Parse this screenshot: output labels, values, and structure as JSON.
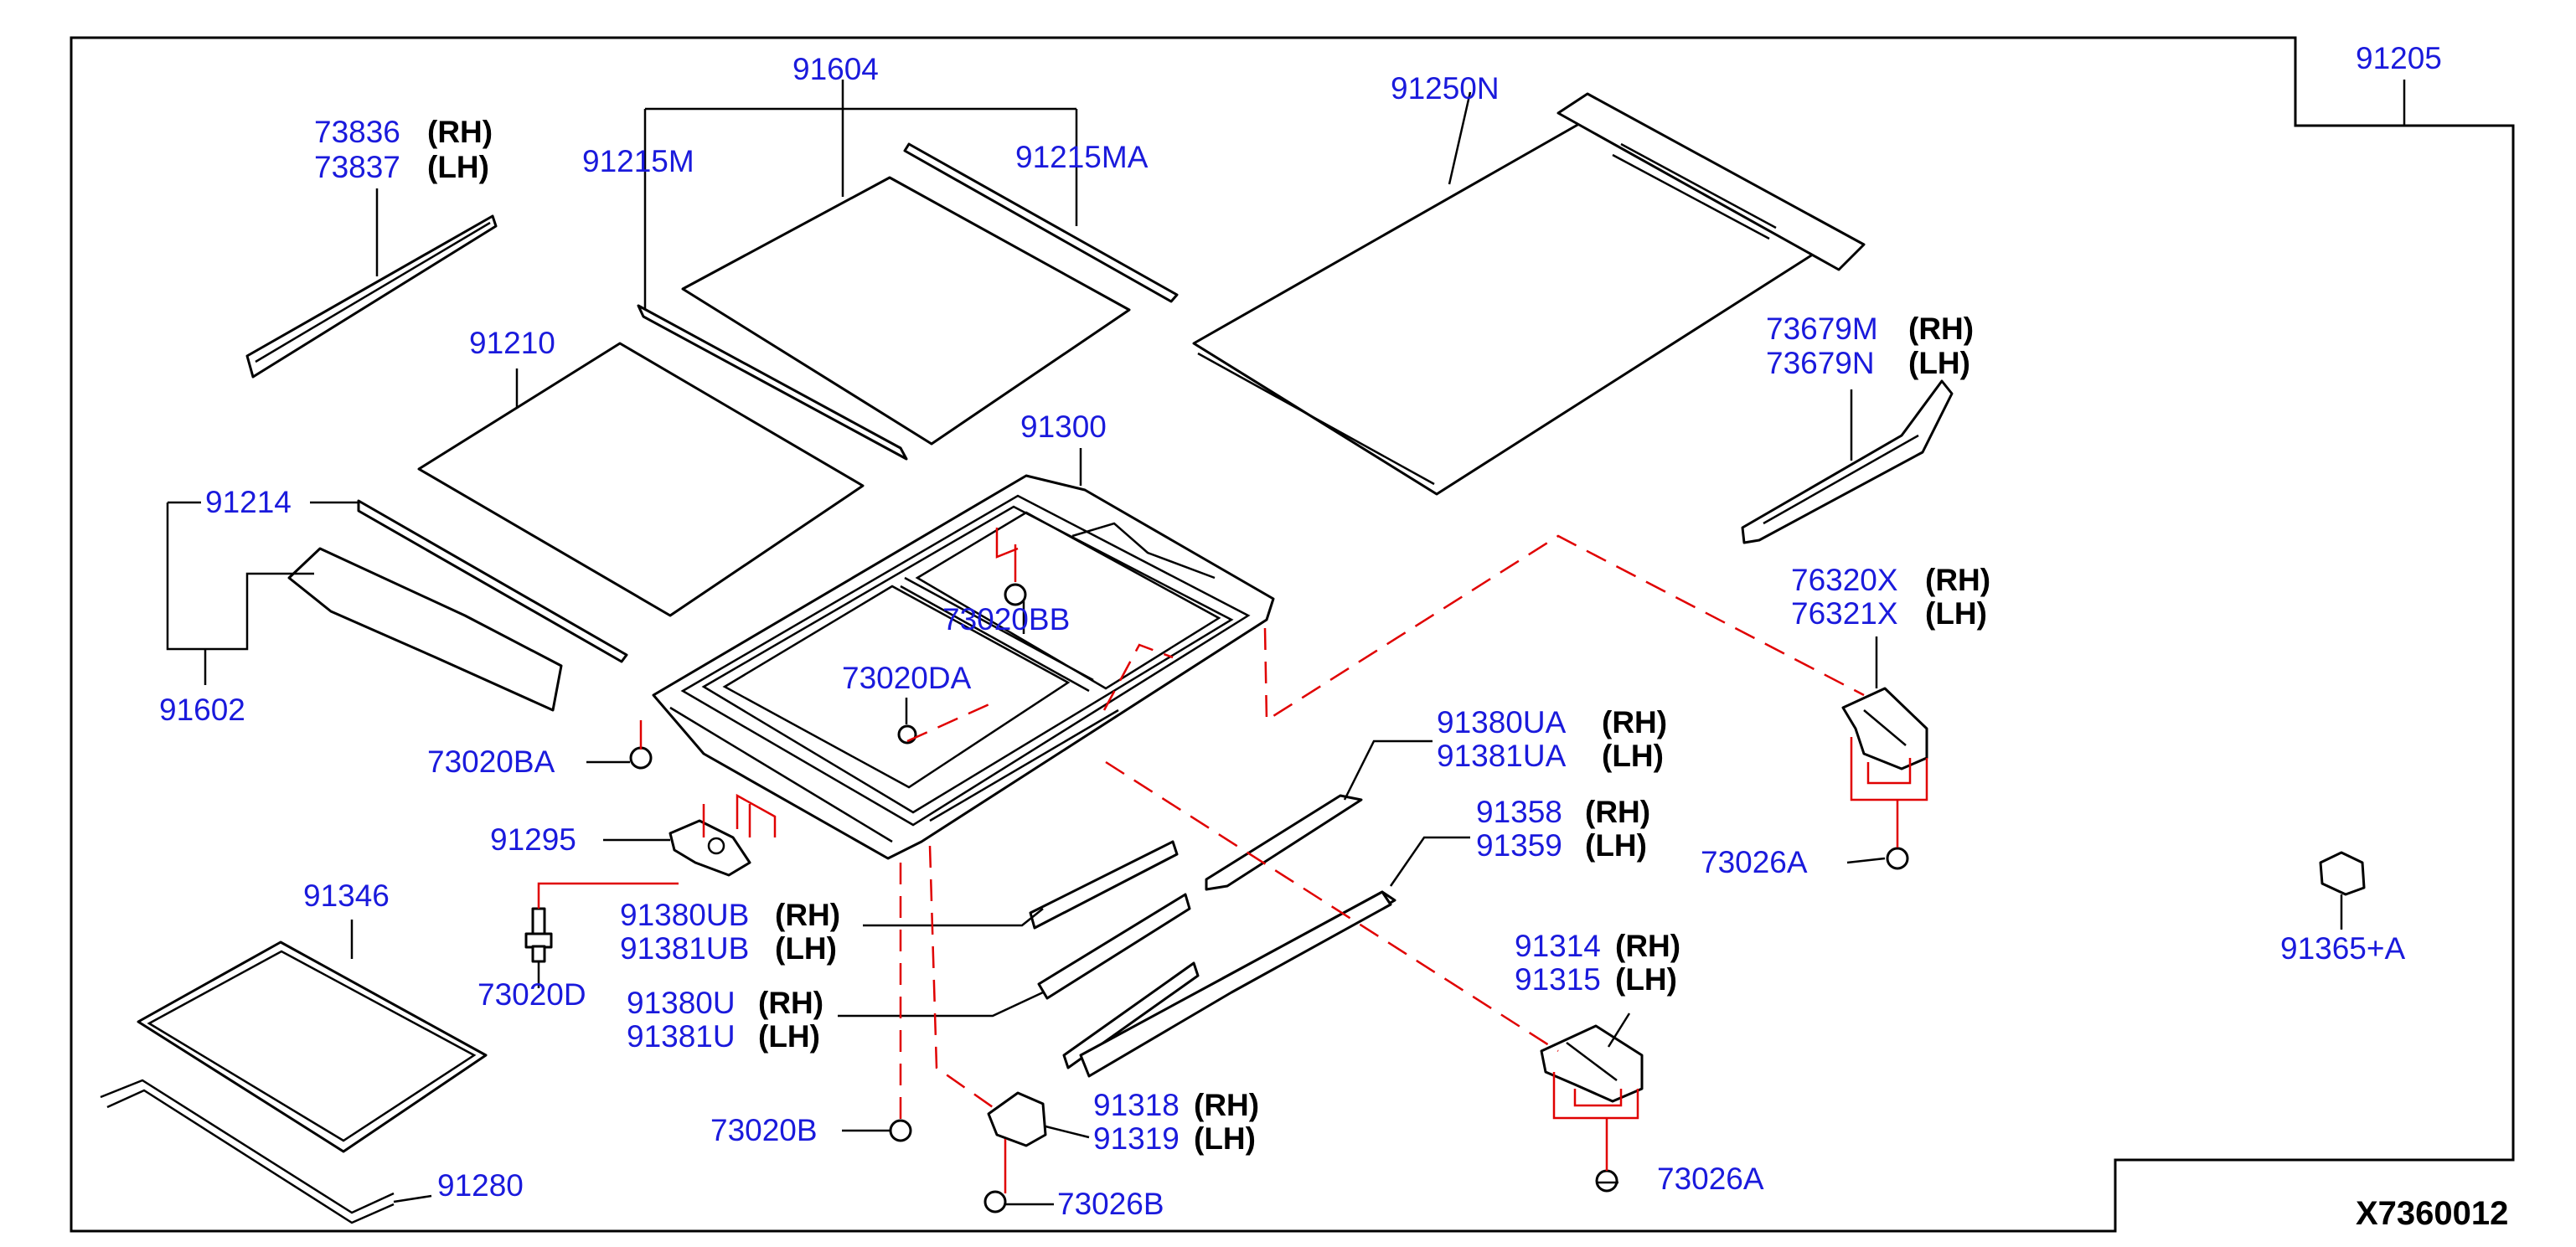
{
  "diagram_id": "X7360012",
  "colors": {
    "part_number": "#1a1adc",
    "side_label": "#000000",
    "guide_line": "#e00000"
  },
  "labels": {
    "p73836": "73836",
    "p73837": "73837",
    "p91604": "91604",
    "p91215M": "91215M",
    "p91215MA": "91215MA",
    "p91250N": "91250N",
    "p91205": "91205",
    "p73679M": "73679M",
    "p73679N": "73679N",
    "p91210": "91210",
    "p91300": "91300",
    "p91214": "91214",
    "p91602": "91602",
    "p73020BB": "73020BB",
    "p73020DA": "73020DA",
    "p76320X": "76320X",
    "p76321X": "76321X",
    "p73020BA": "73020BA",
    "p91380UA": "91380UA",
    "p91381UA": "91381UA",
    "p91295": "91295",
    "p91358": "91358",
    "p91359": "91359",
    "p73026A_1": "73026A",
    "p91346": "91346",
    "p91380UB": "91380UB",
    "p91381UB": "91381UB",
    "p73020D": "73020D",
    "p91380U": "91380U",
    "p91381U": "91381U",
    "p91314": "91314",
    "p91315": "91315",
    "p91365A": "91365+A",
    "p91318": "91318",
    "p91319": "91319",
    "p73020B": "73020B",
    "p91280": "91280",
    "p73026A_2": "73026A",
    "p73026B": "73026B"
  },
  "side": {
    "rh": "(RH)",
    "lh": "(LH)"
  }
}
